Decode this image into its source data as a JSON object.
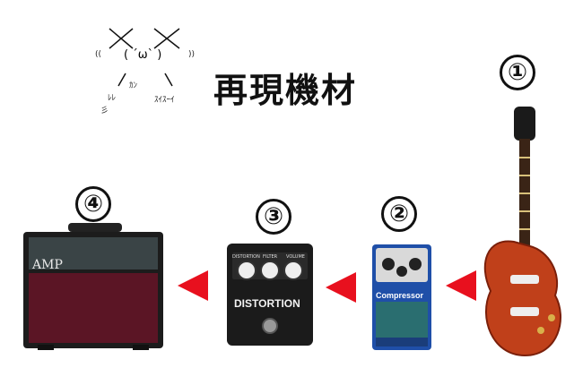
{
  "title": "再現機材",
  "ascii_art": {
    "face": "(  ´ω`  )",
    "left_parens": "((",
    "right_parens": "))",
    "left_label": "ﾚﾚ",
    "left_caption": "彡",
    "mid_label": "ｶﾝ",
    "right_caption": "ｽｲｽｰｲ"
  },
  "items": [
    {
      "number": "①",
      "name": "guitar"
    },
    {
      "number": "②",
      "name": "compressor",
      "label": "Compressor",
      "colors": {
        "body": "#1f4fa8"
      }
    },
    {
      "number": "③",
      "name": "distortion",
      "label": "DISTORTION",
      "knob_labels": [
        "DISTORTION",
        "FILTER",
        "VOLUME"
      ]
    },
    {
      "number": "④",
      "name": "amp",
      "label": "AMP",
      "colors": {
        "grill": "#5b1525"
      }
    }
  ],
  "colors": {
    "arrow": "#e8101e",
    "guitar_body": "#c0401a"
  }
}
